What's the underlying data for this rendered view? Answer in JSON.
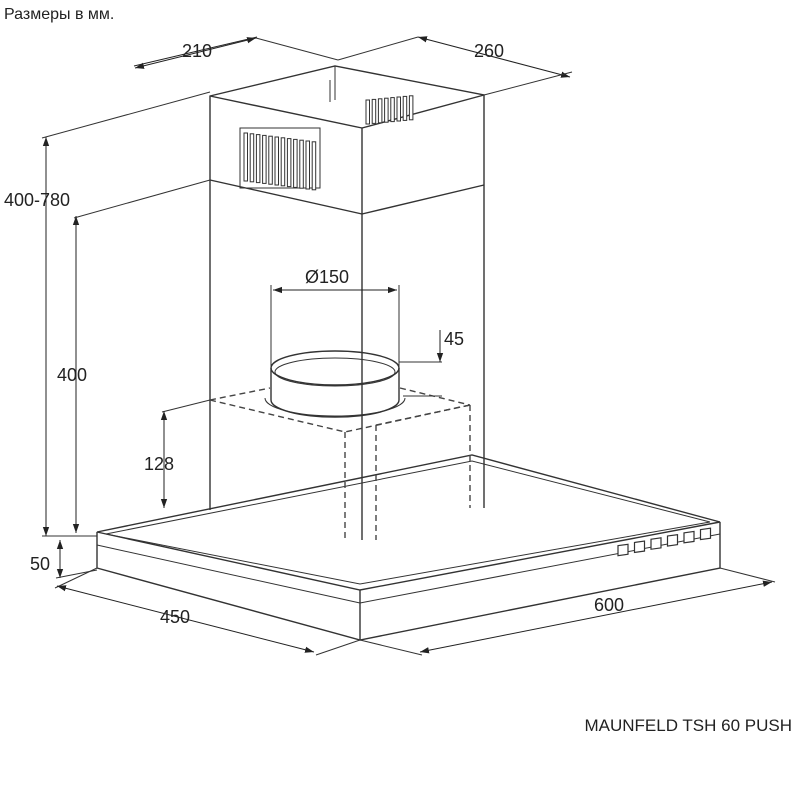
{
  "header": {
    "units_note": "Размеры в мм."
  },
  "footer": {
    "model": "MAUNFELD TSH 60 PUSH"
  },
  "dimensions": {
    "chimney_depth": "210",
    "chimney_width": "260",
    "chimney_height_range": "400-780",
    "lower_height": "400",
    "outlet_diameter": "Ø150",
    "outlet_height": "45",
    "motor_box_height": "128",
    "canopy_thickness": "50",
    "canopy_depth": "450",
    "canopy_width": "600"
  },
  "controls": {
    "button_count": 6
  }
}
